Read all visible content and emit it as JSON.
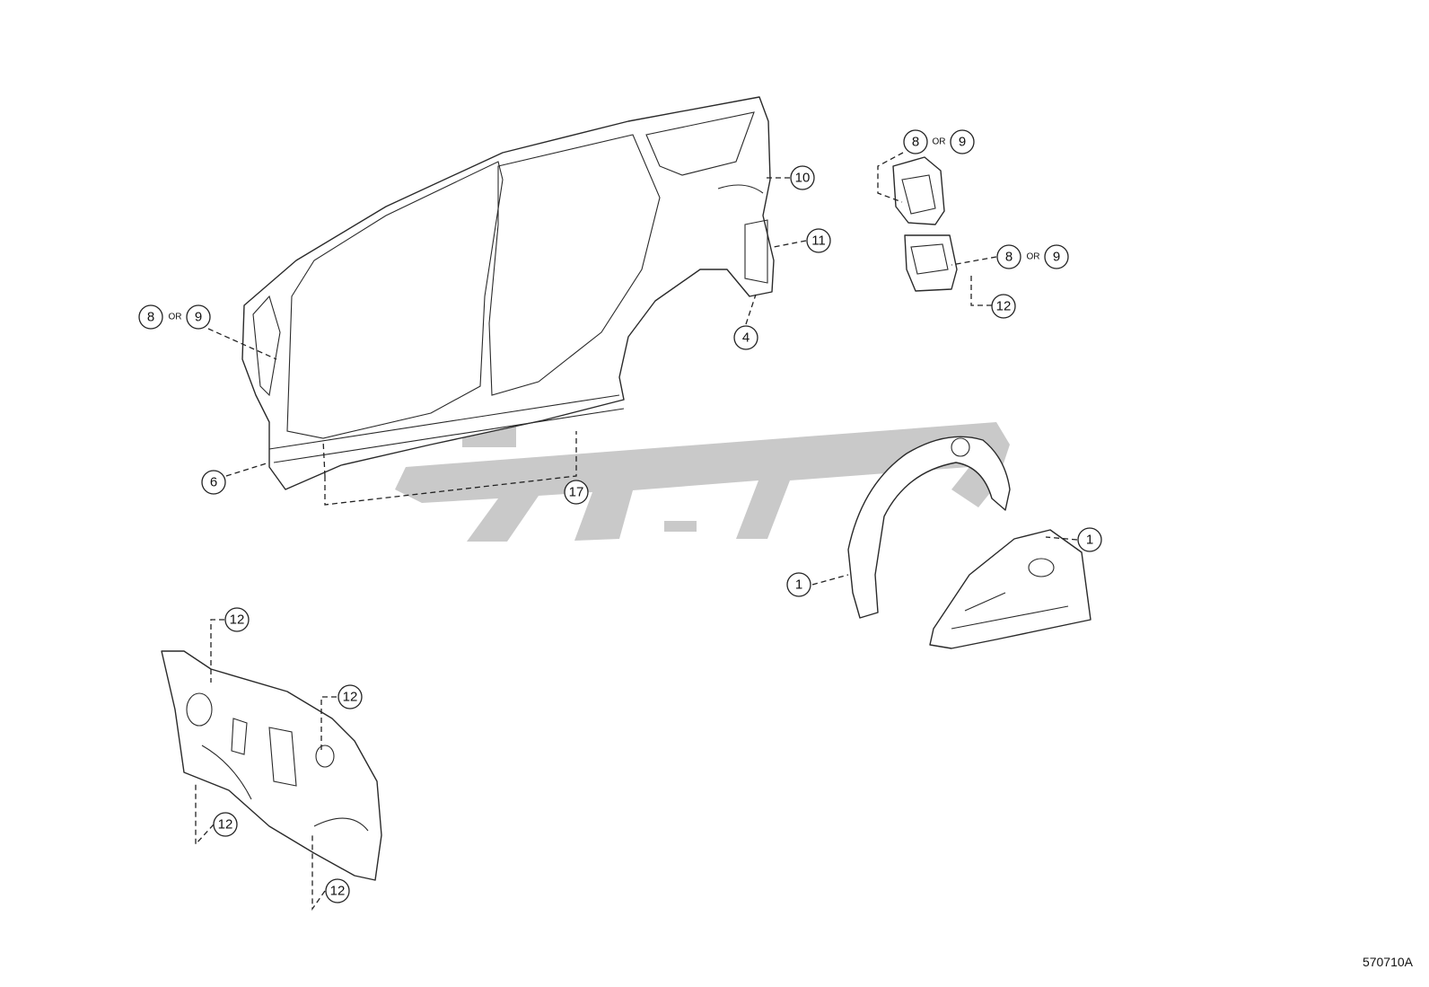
{
  "diagram": {
    "document_code": "570710A",
    "or_label": "OR",
    "watermark_text": "",
    "callouts": {
      "side_front_8": "8",
      "side_front_9": "9",
      "side_6": "6",
      "side_17": "17",
      "side_10": "10",
      "side_11": "11",
      "side_4": "4",
      "bracket_top_8": "8",
      "bracket_top_9": "9",
      "bracket_mid_8": "8",
      "bracket_mid_9": "9",
      "bracket_12": "12",
      "arch_left_1": "1",
      "arch_right_1": "1",
      "dash_12_top": "12",
      "dash_12_mid": "12",
      "dash_12_low_left": "12",
      "dash_12_low_right": "12"
    }
  }
}
